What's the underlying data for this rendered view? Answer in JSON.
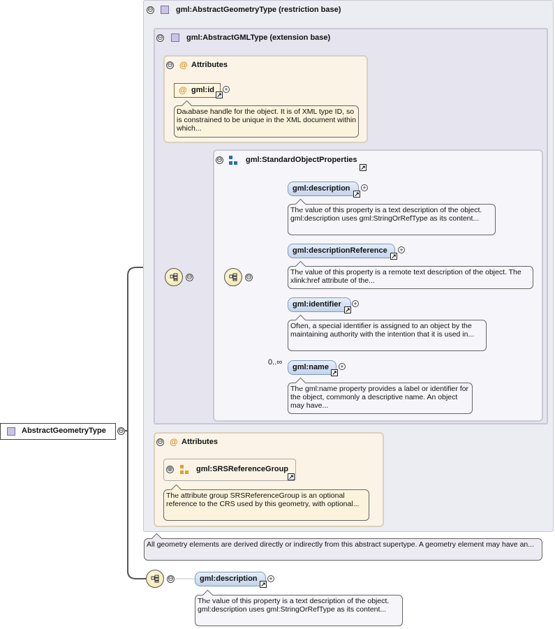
{
  "root": {
    "label": "AbstractGeometryType",
    "doc": "All geometry elements are derived directly or indirectly from this abstract supertype. A geometry element may have an..."
  },
  "outer_panel": {
    "title": "gml:AbstractGeometryType (restriction base)"
  },
  "inner_panel": {
    "title": "gml:AbstractGMLType (extension base)",
    "attributes_label": "Attributes",
    "id_attr": {
      "label": "gml:id",
      "doc": "Database handle for the object. It is of XML type ID, so is constrained to be unique in the XML document within which..."
    }
  },
  "group": {
    "title": "gml:StandardObjectProperties",
    "occurrence": "0..∞",
    "elements": [
      {
        "label": "gml:description",
        "doc": "The value of this property is a text description of the object. gml:description uses gml:StringOrRefType as its content..."
      },
      {
        "label": "gml:descriptionReference",
        "doc": "The value of this property is a remote text description of the object. The xlink:href attribute of the..."
      },
      {
        "label": "gml:identifier",
        "doc": "Often, a special identifier is assigned to an object by the maintaining authority with the intention that it is used in..."
      },
      {
        "label": "gml:name",
        "doc": "The gml:name property provides a label or identifier for the object, commonly a descriptive name. An object may have..."
      }
    ]
  },
  "geometry_attributes": {
    "label": "Attributes",
    "srs_group": {
      "label": "gml:SRSReferenceGroup",
      "doc": "The attribute group SRSReferenceGroup is an optional reference to the CRS used by this geometry, with optional..."
    }
  },
  "bottom_element": {
    "label": "gml:description",
    "doc": "The value of this property is a text description of the object. gml:description uses gml:StringOrRefType as its content..."
  },
  "icons": {
    "collapse": "⊖",
    "expand": "⊕",
    "at": "@",
    "jump": "↗",
    "plus": "+"
  },
  "colors": {
    "element_fill": "#c3d4ec",
    "attribute_panel": "#fbf4e6",
    "type_panel": "#e6e4ef",
    "attribute_icon": "#e08a1c",
    "group_icon": "#2a6fb0"
  }
}
